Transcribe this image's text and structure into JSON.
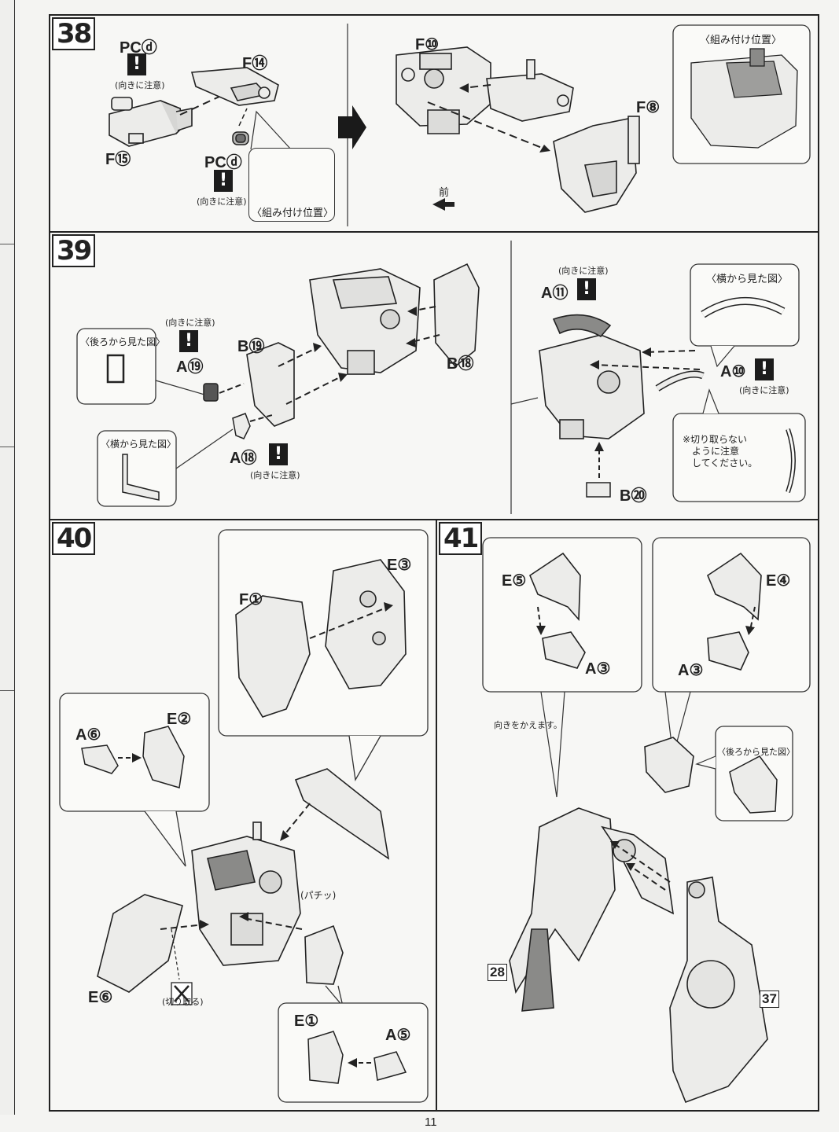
{
  "page": {
    "number": "11"
  },
  "steps": {
    "s38": {
      "number": "38",
      "parts": {
        "pcd_a": "PCⓓ",
        "pcd_b": "PCⓓ",
        "f14": "F⑭",
        "f15": "F⑮",
        "f10": "F⑩",
        "f8": "F⑧"
      },
      "caution": "(向きに注意)",
      "position_label": "〈組み付け位置〉",
      "front": "前"
    },
    "s39": {
      "number": "39",
      "parts": {
        "b19": "B⑲",
        "b18": "B⑱",
        "a19": "A⑲",
        "a18": "A⑱",
        "a11": "A⑪",
        "a10": "A⑩",
        "b20": "B⑳"
      },
      "caution": "(向きに注意)",
      "rear_view": "〈後ろから見た図〉",
      "side_view": "〈横から見た図〉",
      "side_view_2": "〈横から見た図〉",
      "no_cut_note": [
        "※切り取らない",
        "ように注意",
        "してください。"
      ]
    },
    "s40": {
      "number": "40",
      "parts": {
        "e3": "E③",
        "f1": "F①",
        "a6": "A⑥",
        "e2": "E②",
        "e6": "E⑥",
        "e1": "E①",
        "a5": "A⑤"
      },
      "snap": "(パチッ)",
      "cut": "(切り取る)"
    },
    "s41": {
      "number": "41",
      "parts": {
        "e5": "E⑤",
        "a3_left": "A③",
        "e4": "E④",
        "a3_right": "A③"
      },
      "reverse": "向きをかえます。",
      "rear_view": "〈後ろから見た図〉",
      "refs": {
        "r28": "28",
        "r37": "37"
      }
    }
  },
  "icons": {
    "caution_mark": "!"
  },
  "colors": {
    "line": "#222222",
    "paper": "#f7f7f5",
    "part_fill": "#ececea",
    "part_dark": "#9a9a98"
  }
}
